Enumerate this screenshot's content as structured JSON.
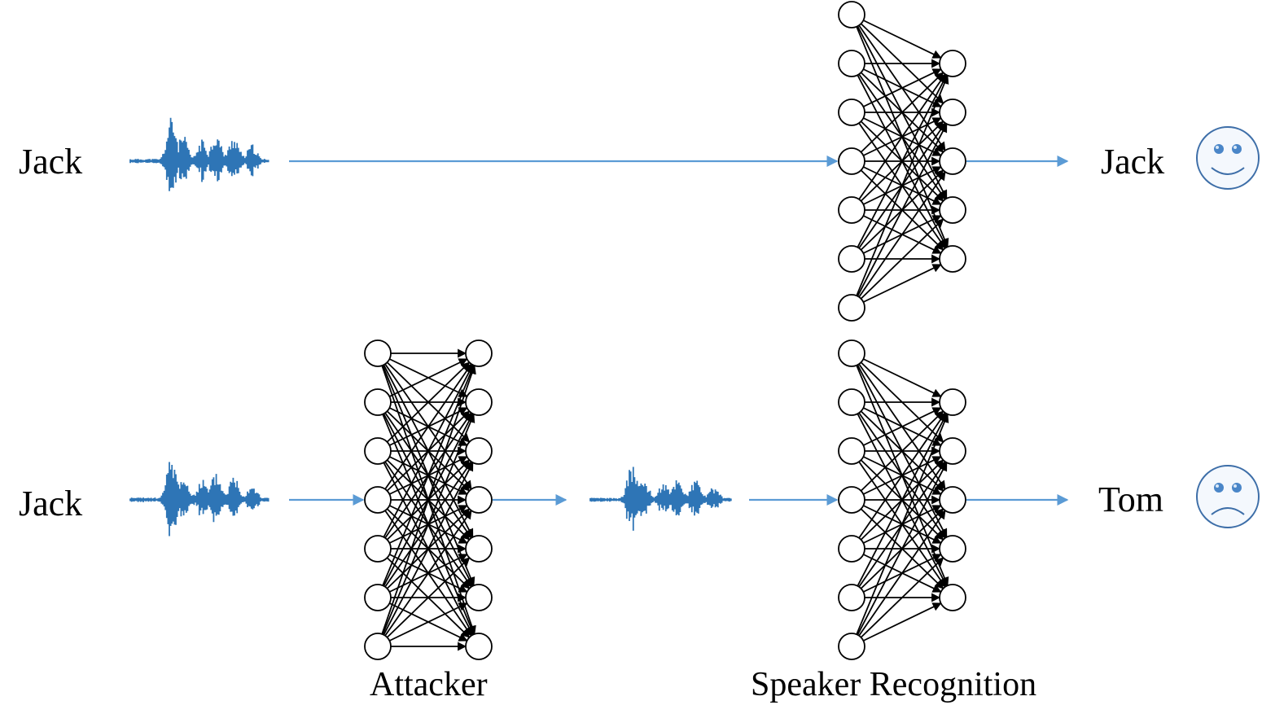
{
  "colors": {
    "flow_arrow": "#5b9bd5",
    "waveform": "#2e75b6",
    "network_stroke": "#000000",
    "face_stroke": "#3d6ea8",
    "face_fill": "#f4f8fd",
    "face_eye": "#4a86c8"
  },
  "top_row": {
    "input_speaker": "Jack",
    "output_speaker": "Jack",
    "face_icon": "smiley-face-icon"
  },
  "bottom_row": {
    "input_speaker": "Jack",
    "output_speaker": "Tom",
    "face_icon": "sad-face-icon"
  },
  "labels": {
    "attacker": "Attacker",
    "speaker_recognition": "Speaker Recognition"
  },
  "networks": {
    "speaker_recognition": {
      "input_nodes": 7,
      "output_nodes": 5
    },
    "attacker": {
      "input_nodes": 7,
      "output_nodes": 7
    }
  }
}
